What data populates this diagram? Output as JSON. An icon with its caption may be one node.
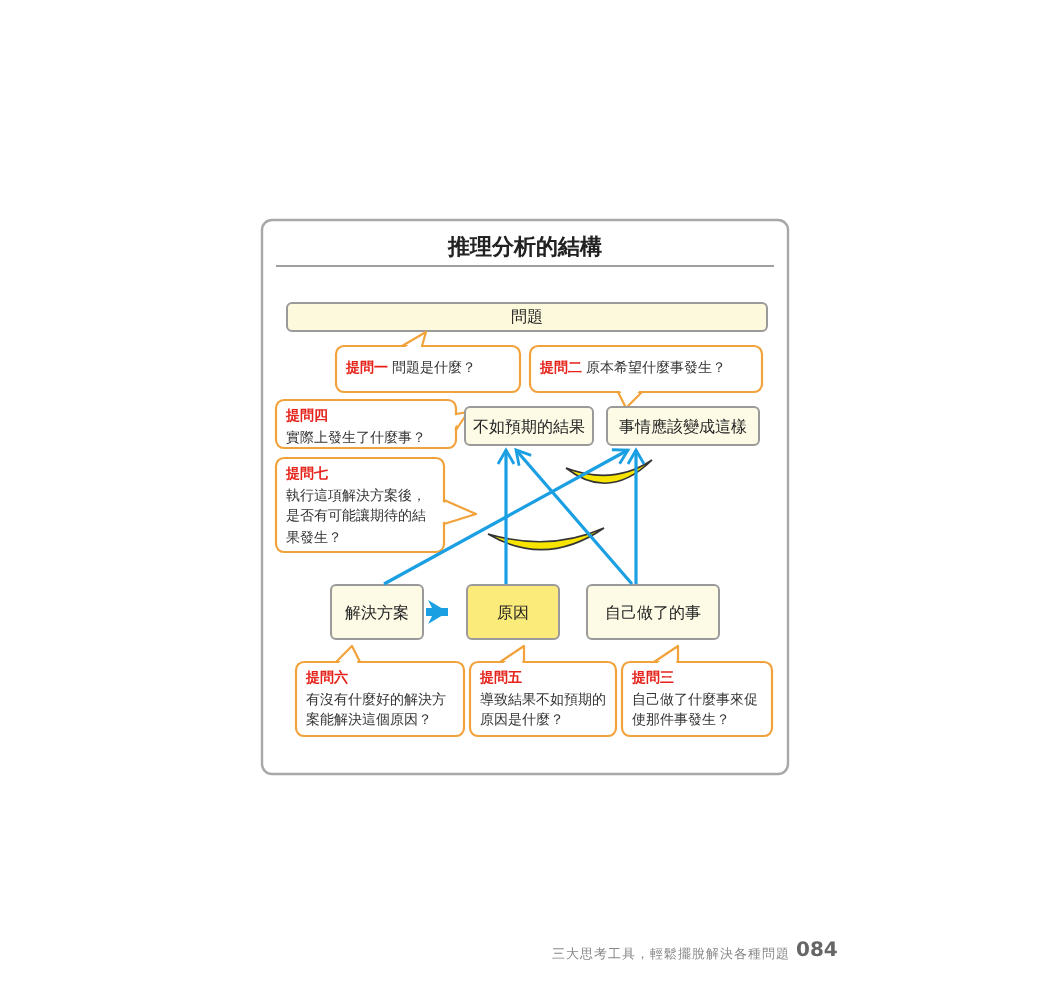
{
  "diagram": {
    "title": "推理分析的結構",
    "nodes": [
      {
        "text": [
          "問題"
        ]
      },
      {
        "text": [
          "提問一",
          "問題是什麼？"
        ]
      },
      {
        "text": [
          "提問二",
          "原本希望什麼事發生？"
        ]
      },
      {
        "text": [
          "提問四",
          "實際上發生了什麼事？"
        ]
      },
      {
        "text": [
          "不如預期的結果"
        ]
      },
      {
        "text": [
          "事情應該變成這樣"
        ]
      },
      {
        "text": [
          "提問七",
          "執行這項解決方案後，是否有可能讓期待的結果發生？"
        ]
      },
      {
        "text": [
          "解決方案"
        ]
      },
      {
        "text": [
          "原因"
        ]
      },
      {
        "text": [
          "自己做了的事"
        ]
      },
      {
        "text": [
          "提問六",
          "有沒有什麼好的解決方案能解決這個原因？"
        ]
      },
      {
        "text": [
          "提問五",
          "導致結果不如預期的原因是什麼？"
        ]
      },
      {
        "text": [
          "提問三",
          "自己做了什麼事來促使那件事發生？"
        ]
      }
    ],
    "edges": [
      {
        "from": 7,
        "to": 8,
        "arrow": "to",
        "style": "thick"
      },
      {
        "from": 7,
        "to": 5,
        "arrow": "to"
      },
      {
        "from": 8,
        "to": 4,
        "arrow": "to"
      },
      {
        "from": 9,
        "to": 4,
        "arrow": "to"
      },
      {
        "from": 9,
        "to": 5,
        "arrow": "to"
      }
    ],
    "labels": [
      "三大思考工具，輕鬆擺脫解決各種問題",
      "084"
    ]
  }
}
